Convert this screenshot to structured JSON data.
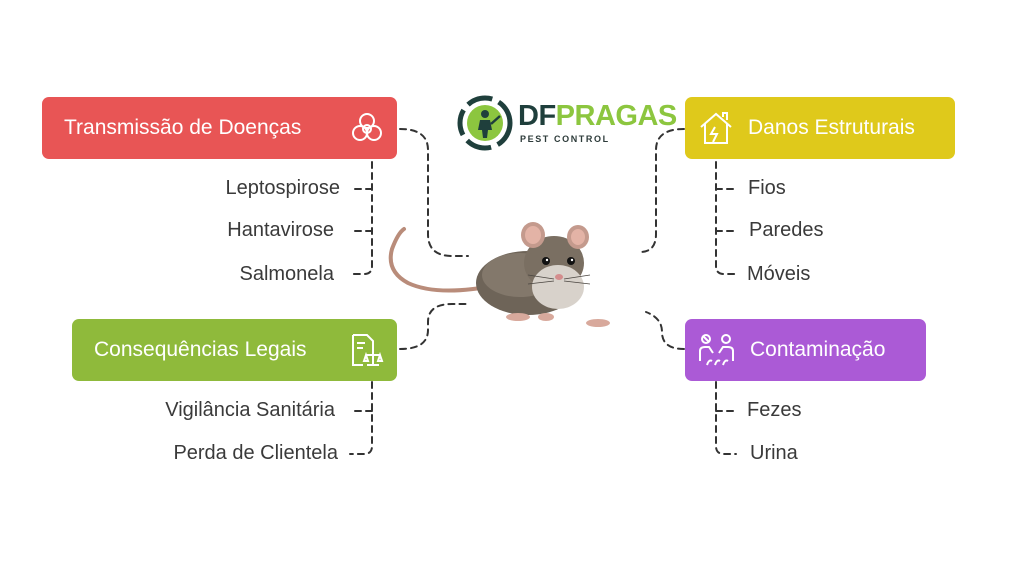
{
  "logo": {
    "brand_a": "DF",
    "brand_b": "PRAGAS",
    "subtitle": "PEST CONTROL",
    "colors": {
      "dark": "#1f3f3c",
      "green": "#8cc63f"
    }
  },
  "categories": [
    {
      "key": "disease",
      "title": "Transmissão de Doenças",
      "color": "#e85555",
      "icon": "biohazard-icon",
      "items": [
        "Leptospirose",
        "Hantavirose",
        "Salmonela"
      ]
    },
    {
      "key": "legal",
      "title": "Consequências Legais",
      "color": "#8fba3b",
      "icon": "legal-document-scale-icon",
      "items": [
        "Vigilância Sanitária",
        "Perda de Clientela"
      ]
    },
    {
      "key": "structural",
      "title": "Danos Estruturais",
      "color": "#dfc91b",
      "icon": "damaged-house-icon",
      "items": [
        "Fios",
        "Paredes",
        "Móveis"
      ]
    },
    {
      "key": "contamination",
      "title": "Contaminação",
      "color": "#ab5ad6",
      "icon": "contamination-people-icon",
      "items": [
        "Fezes",
        "Urina"
      ]
    }
  ],
  "center_image": "rat-illustration"
}
